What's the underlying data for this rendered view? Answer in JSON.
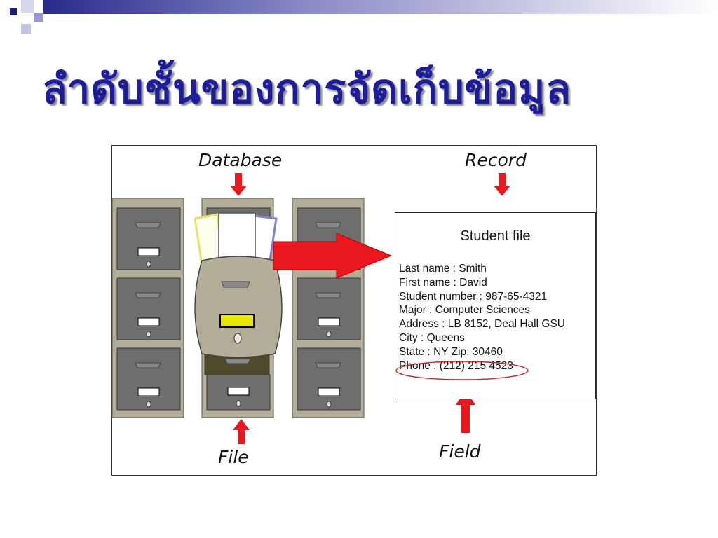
{
  "slide": {
    "title": "ลำดับชั้นของการจัดเก็บข้อมูล"
  },
  "diagram": {
    "labels": {
      "database": "Database",
      "record": "Record",
      "file": "File",
      "field": "Field"
    },
    "record_card": {
      "title": "Student file",
      "lines": [
        "Last name : Smith",
        "First name : David",
        "Student number : 987-65-4321",
        "Major : Computer Sciences",
        "Address : LB 8152, Deal Hall GSU",
        "City : Queens",
        "State : NY  Zip: 30460",
        "Phone : (212) 215 4523"
      ]
    },
    "colors": {
      "arrow": "#e8181e",
      "cabinet": "#b3ae98",
      "drawer": "#6e6e6e",
      "highlight_drawer": "#e6e600",
      "title": "#1d1d9c"
    }
  }
}
